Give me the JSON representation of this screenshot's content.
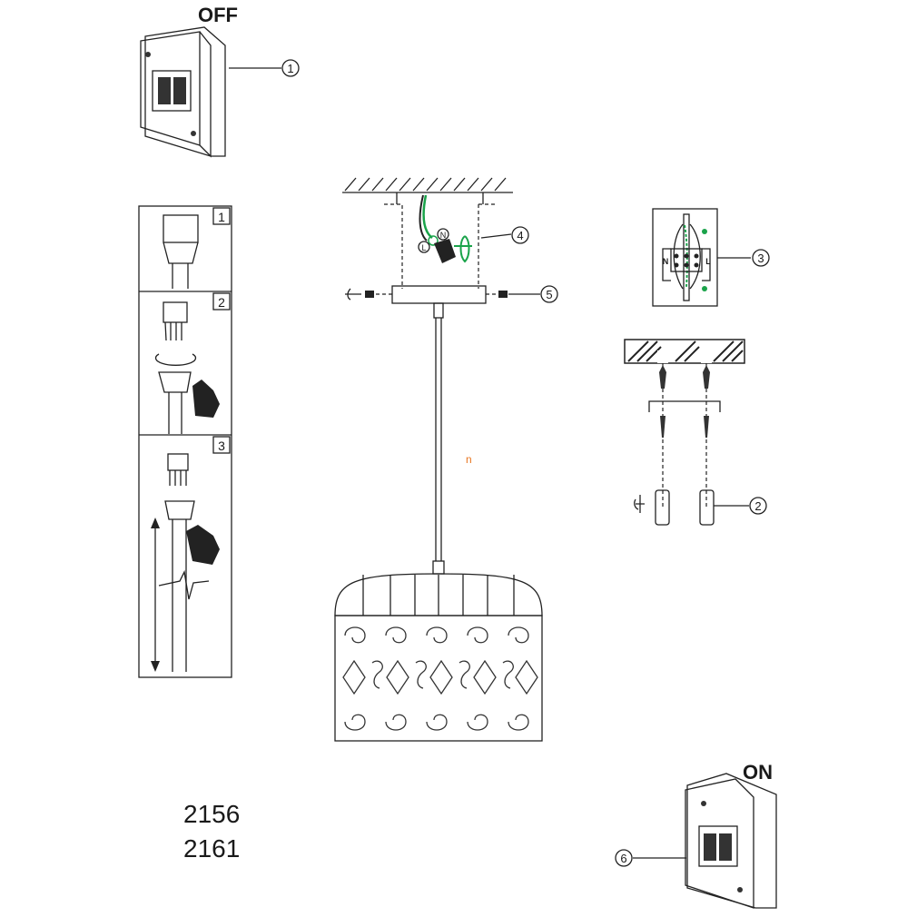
{
  "labels": {
    "off": "OFF",
    "on": "ON",
    "model_1": "2156",
    "model_2": "2161",
    "stray_mark": "n"
  },
  "callouts": [
    "1",
    "2",
    "3",
    "4",
    "5",
    "6"
  ],
  "steps": [
    "1",
    "2",
    "3"
  ],
  "terminal": {
    "neutral": "N",
    "live": "L"
  },
  "connector": {
    "live": "L",
    "neutral": "N"
  },
  "colors": {
    "line": "#222222",
    "earth_wire": "#1aa34a",
    "stray_mark": "#e87722"
  }
}
